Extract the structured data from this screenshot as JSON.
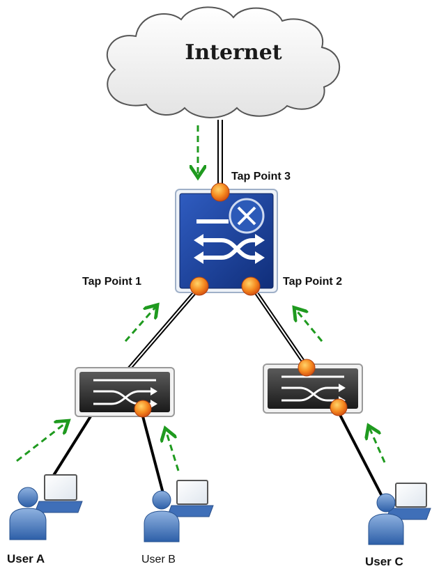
{
  "cloud": {
    "label": "Internet"
  },
  "tap_points": [
    {
      "label": "Tap Point 3"
    },
    {
      "label": "Tap Point 1"
    },
    {
      "label": "Tap Point 2"
    }
  ],
  "users": [
    {
      "label": "User A"
    },
    {
      "label": "User B"
    },
    {
      "label": "User C"
    }
  ],
  "colors": {
    "core_switch": "#1a3f9a",
    "access_switch": "#2b2b2b",
    "tap_dot": "#f07020",
    "flow_arrow": "#1f9a1f",
    "link": "#000000"
  }
}
